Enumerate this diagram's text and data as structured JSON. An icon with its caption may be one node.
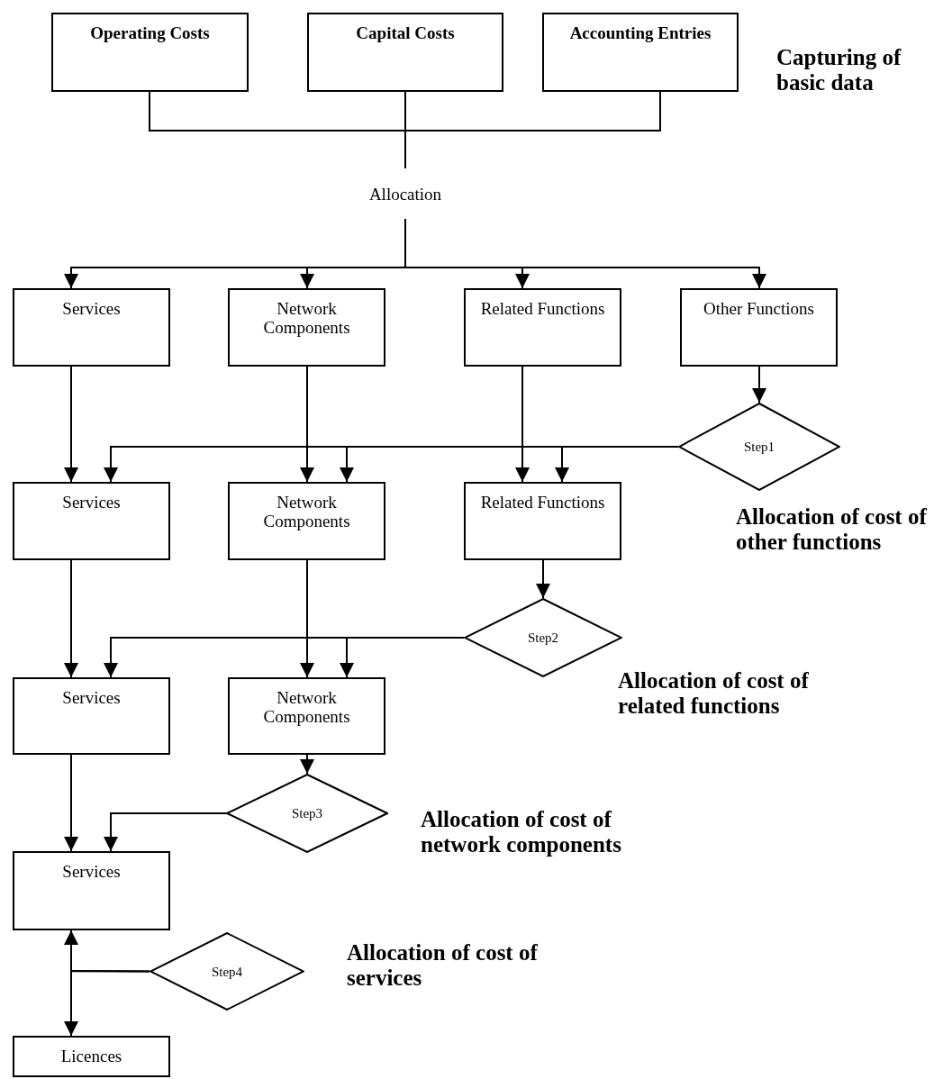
{
  "diagram": {
    "nodes": [
      {
        "text": [
          "Operating Costs"
        ]
      },
      {
        "text": [
          "Capital Costs"
        ]
      },
      {
        "text": [
          "Accounting Entries"
        ]
      },
      {
        "text": [
          "Allocation"
        ]
      },
      {
        "text": [
          "Services"
        ]
      },
      {
        "text": [
          "Network Components"
        ]
      },
      {
        "text": [
          "Related Functions"
        ]
      },
      {
        "text": [
          "Other Functions"
        ]
      },
      {
        "text": [
          "Step1"
        ]
      },
      {
        "text": [
          "Services"
        ]
      },
      {
        "text": [
          "Network Components"
        ]
      },
      {
        "text": [
          "Related Functions"
        ]
      },
      {
        "text": [
          "Step2"
        ]
      },
      {
        "text": [
          "Services"
        ]
      },
      {
        "text": [
          "Network Components"
        ]
      },
      {
        "text": [
          "Step3"
        ]
      },
      {
        "text": [
          "Services"
        ]
      },
      {
        "text": [
          "Step4"
        ]
      },
      {
        "text": [
          "Licences"
        ]
      }
    ],
    "edges": [
      {
        "from": 0,
        "to": 3,
        "arrow": "none"
      },
      {
        "from": 1,
        "to": 3,
        "arrow": "none"
      },
      {
        "from": 2,
        "to": 3,
        "arrow": "none"
      },
      {
        "from": 3,
        "to": 4,
        "arrow": "to"
      },
      {
        "from": 3,
        "to": 5,
        "arrow": "to"
      },
      {
        "from": 3,
        "to": 6,
        "arrow": "to"
      },
      {
        "from": 3,
        "to": 7,
        "arrow": "to"
      },
      {
        "from": 4,
        "to": 9,
        "arrow": "to"
      },
      {
        "from": 5,
        "to": 10,
        "arrow": "to"
      },
      {
        "from": 6,
        "to": 11,
        "arrow": "to"
      },
      {
        "from": 7,
        "to": 8,
        "arrow": "to"
      },
      {
        "from": 8,
        "to": 9,
        "arrow": "to"
      },
      {
        "from": 8,
        "to": 10,
        "arrow": "to"
      },
      {
        "from": 8,
        "to": 11,
        "arrow": "to"
      },
      {
        "from": 9,
        "to": 13,
        "arrow": "to"
      },
      {
        "from": 10,
        "to": 14,
        "arrow": "to"
      },
      {
        "from": 11,
        "to": 12,
        "arrow": "to"
      },
      {
        "from": 12,
        "to": 13,
        "arrow": "to"
      },
      {
        "from": 12,
        "to": 14,
        "arrow": "to"
      },
      {
        "from": 13,
        "to": 16,
        "arrow": "to"
      },
      {
        "from": 14,
        "to": 15,
        "arrow": "to"
      },
      {
        "from": 15,
        "to": 16,
        "arrow": "to"
      },
      {
        "from": 17,
        "to": 16,
        "arrow": "to"
      },
      {
        "from": 17,
        "to": 18,
        "arrow": "to"
      }
    ],
    "labels": [
      "Capturing of basic data",
      "Allocation of cost of other functions",
      "Allocation of cost of related functions",
      "Allocation of cost of network components",
      "Allocation of cost of services"
    ]
  }
}
